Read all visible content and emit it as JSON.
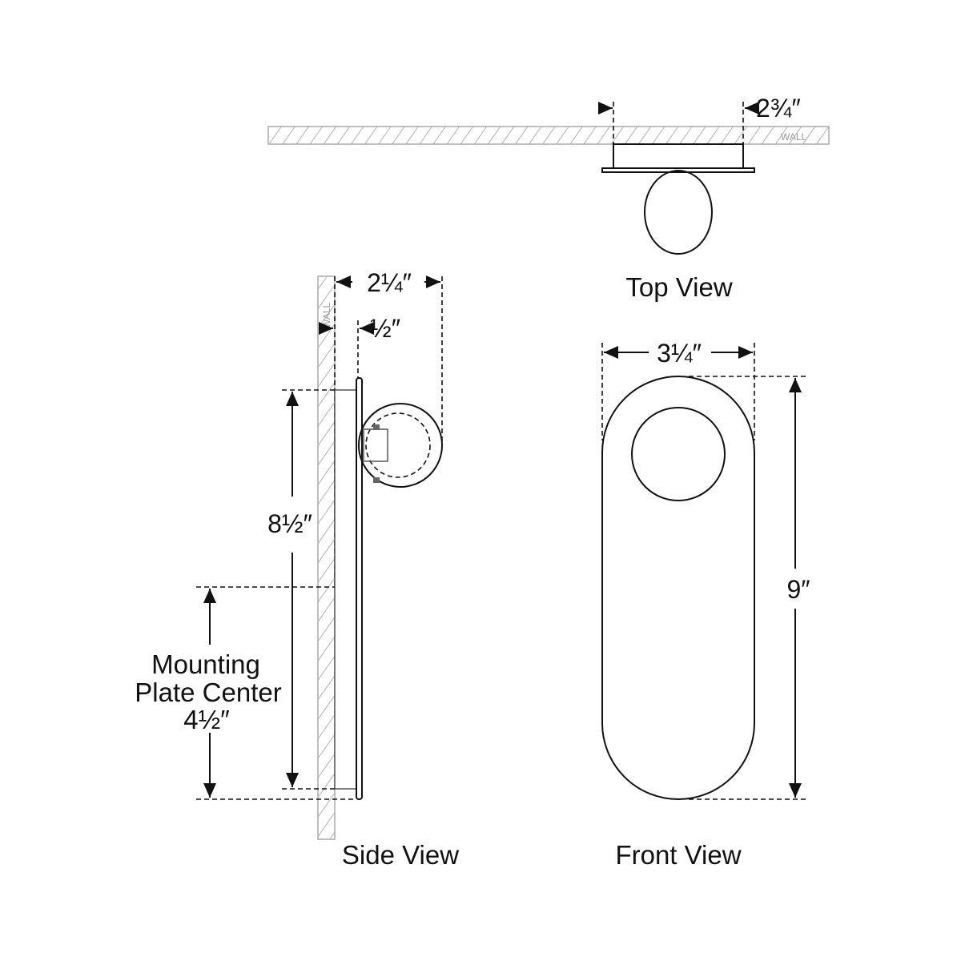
{
  "views": {
    "top": {
      "title": "Top View",
      "depth": "2¾″",
      "wall": "WALL"
    },
    "side": {
      "title": "Side View",
      "extension": "2¼″",
      "plate_offset": "½″",
      "backplate_height": "8½″",
      "wall": "WALL",
      "mounting_label_1": "Mounting",
      "mounting_label_2": "Plate Center",
      "mounting_value": "4½″"
    },
    "front": {
      "title": "Front View",
      "width": "3¼″",
      "height": "9″"
    }
  }
}
